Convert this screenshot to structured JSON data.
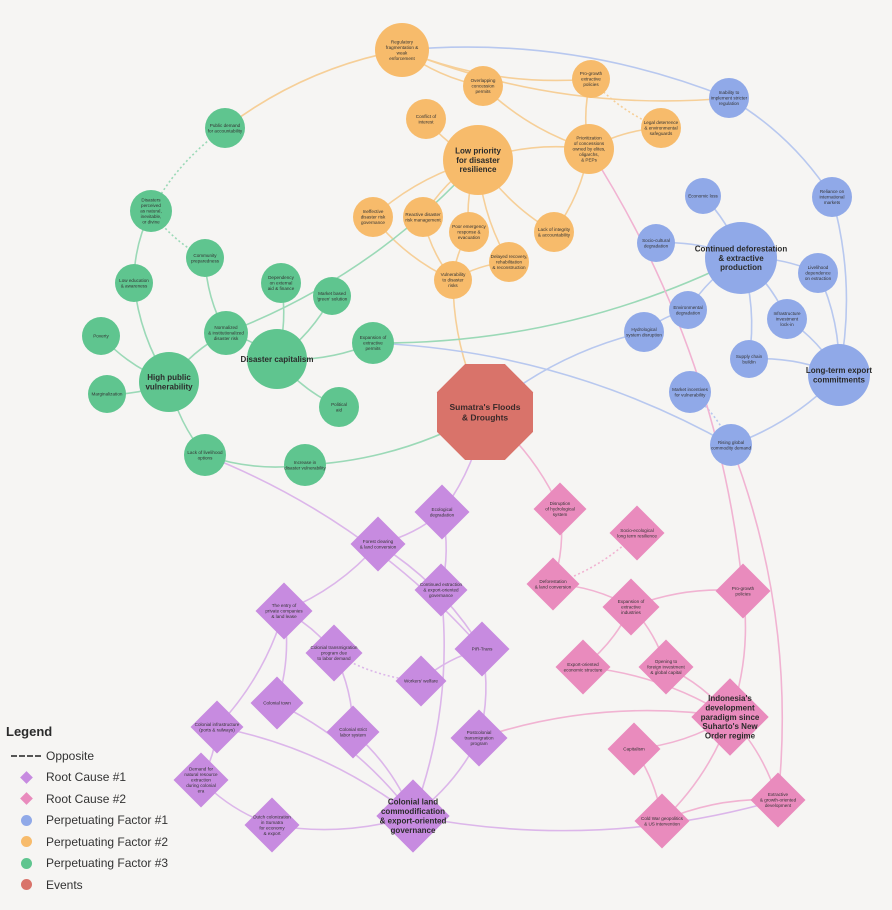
{
  "diagram": {
    "event": {
      "label": "Sumatra's Floods\n& Droughts",
      "color": "#d9736a"
    },
    "nodes": [
      {
        "id": "reg",
        "label": "Regulatory\nfragmentation &\nweak\nenforcement",
        "group": "orange"
      },
      {
        "id": "overlap",
        "label": "Overlapping\nconcession\npermits",
        "group": "orange"
      },
      {
        "id": "proext",
        "label": "Pro-growth\nextractive\npolicies",
        "group": "orange"
      },
      {
        "id": "conflict",
        "label": "Conflict of\ninterest",
        "group": "orange"
      },
      {
        "id": "lowpri",
        "label": "Low priority\nfor disaster\nresilience",
        "group": "orange",
        "big": true
      },
      {
        "id": "prioritization",
        "label": "Prioritization\nof concessions\nowned by elites,\noligarchs,\n& PEPs",
        "group": "orange"
      },
      {
        "id": "legal",
        "label": "Legal deterrence\n& environmental\nsafeguards",
        "group": "orange"
      },
      {
        "id": "ineffective",
        "label": "Ineffective\ndisaster risk\ngovernance",
        "group": "orange"
      },
      {
        "id": "reactive",
        "label": "Reactive disaster\nrisk management",
        "group": "orange"
      },
      {
        "id": "poor",
        "label": "Poor emergency\nresponse &\nevacuation",
        "group": "orange"
      },
      {
        "id": "lack",
        "label": "Lack of integrity\n& accountability",
        "group": "orange"
      },
      {
        "id": "delayed",
        "label": "Delayed recovery,\nrehabilitation\n& reconstruction",
        "group": "orange"
      },
      {
        "id": "vuln",
        "label": "Vulnerability\nto disaster\nrisks",
        "group": "orange"
      },
      {
        "id": "inability",
        "label": "Inability to\nimplement stricter\nregulation",
        "group": "blue"
      },
      {
        "id": "economic",
        "label": "Economic loss",
        "group": "blue"
      },
      {
        "id": "reliance",
        "label": "Reliance on\ninternational\nmarkets",
        "group": "blue"
      },
      {
        "id": "socio",
        "label": "Socio-cultural\ndegradation",
        "group": "blue"
      },
      {
        "id": "contdef",
        "label": "Continued deforestation\n& extractive\nproduction",
        "group": "blue",
        "big": true
      },
      {
        "id": "livelihood",
        "label": "Livelihood\ndependence\non extraction",
        "group": "blue"
      },
      {
        "id": "envdeg",
        "label": "Environmental\ndegradation",
        "group": "blue"
      },
      {
        "id": "infra",
        "label": "Infrastructure\ninvestment\nlock-in",
        "group": "blue"
      },
      {
        "id": "hydro",
        "label": "Hydrological\nsystem disruption",
        "group": "blue"
      },
      {
        "id": "supply",
        "label": "Supply chain\nbuildin",
        "group": "blue"
      },
      {
        "id": "longterm",
        "label": "Long-term export\ncommitments",
        "group": "blue",
        "big": true
      },
      {
        "id": "market",
        "label": "Market incentives\nfor vulnerability",
        "group": "blue"
      },
      {
        "id": "rising",
        "label": "Rising global\ncommodity demand",
        "group": "blue"
      },
      {
        "id": "publicdem",
        "label": "Public demand\nfor accountability",
        "group": "green"
      },
      {
        "id": "disasters",
        "label": "Disasters\nperceived\nas natural,\ninevitable,\nor divine",
        "group": "green"
      },
      {
        "id": "community",
        "label": "Community\npreparedness",
        "group": "green"
      },
      {
        "id": "lowedu",
        "label": "Low education\n& awareness",
        "group": "green"
      },
      {
        "id": "dependency",
        "label": "Dependency\non external\naid & finance",
        "group": "green"
      },
      {
        "id": "marketgreen",
        "label": "Market based\n'green' solution",
        "group": "green"
      },
      {
        "id": "poverty",
        "label": "Poverty",
        "group": "green"
      },
      {
        "id": "normalized",
        "label": "Normalized\n& institutionalized\ndisaster risk",
        "group": "green"
      },
      {
        "id": "capitalism",
        "label": "Disaster capitalism",
        "group": "green",
        "big": true
      },
      {
        "id": "expansionpermits",
        "label": "Expansion of\nextractive\npermits",
        "group": "green"
      },
      {
        "id": "marginal",
        "label": "Marginalization",
        "group": "green"
      },
      {
        "id": "highpub",
        "label": "High public\nvulnerability",
        "group": "green",
        "big": true
      },
      {
        "id": "political",
        "label": "Political\naid",
        "group": "green"
      },
      {
        "id": "lacklive",
        "label": "Lack of livelihood\noptions",
        "group": "green"
      },
      {
        "id": "increase",
        "label": "Increase in\ndisaster vulnerability",
        "group": "green"
      },
      {
        "id": "ecodeg",
        "label": "Ecological\ndegradation",
        "group": "violet"
      },
      {
        "id": "forest",
        "label": "Forest clearing\n& land conversion",
        "group": "violet"
      },
      {
        "id": "entry",
        "label": "The entry of\nprivate companies\n& land lease",
        "group": "violet"
      },
      {
        "id": "contextr",
        "label": "Continued extraction\n& export-oriented\ngovernance",
        "group": "violet"
      },
      {
        "id": "coltrans",
        "label": "Colonial transmigration\nprogram due\nto labor demand",
        "group": "violet"
      },
      {
        "id": "workers",
        "label": "Workers' welfare",
        "group": "violet"
      },
      {
        "id": "pirtrans",
        "label": "PIR-Trans",
        "group": "violet"
      },
      {
        "id": "coltown",
        "label": "Colonial town",
        "group": "violet"
      },
      {
        "id": "colinfra",
        "label": "Colonial infrastructure\n(ports & railways)",
        "group": "violet"
      },
      {
        "id": "colstrict",
        "label": "Colonial strict\nlabor system",
        "group": "violet"
      },
      {
        "id": "postcol",
        "label": "Postcolonial\ntransmigration\nprogram",
        "group": "violet"
      },
      {
        "id": "demand",
        "label": "Demand for\nnatural resource\nextraction\nduring colonial\nera",
        "group": "violet"
      },
      {
        "id": "dutch",
        "label": "Dutch colonization\nin Sumatra\nfor economy\n& export",
        "group": "violet"
      },
      {
        "id": "colland",
        "label": "Colonial land\ncommodification\n& export-oriented\ngovernance",
        "group": "violet",
        "big": true
      },
      {
        "id": "disrupt",
        "label": "Disruption\nof hydrological\nsystem",
        "group": "pink"
      },
      {
        "id": "socioeco",
        "label": "Socio-ecological\nlong term resilience",
        "group": "pink"
      },
      {
        "id": "deforest",
        "label": "Deforestation\n& land conversion",
        "group": "pink"
      },
      {
        "id": "expind",
        "label": "Expansion of\nextractive\nindustries",
        "group": "pink"
      },
      {
        "id": "progrowth",
        "label": "Pro-growth\npolicies",
        "group": "pink"
      },
      {
        "id": "exportecon",
        "label": "Export-oriented\neconomic structure",
        "group": "pink"
      },
      {
        "id": "opening",
        "label": "Opening to\nforeign investment\n& global capital",
        "group": "pink"
      },
      {
        "id": "paradigm",
        "label": "Indonesia's\ndevelopment\nparadigm since\nSuharto's New\nOrder regime",
        "group": "pink",
        "big": true
      },
      {
        "id": "capitalism2",
        "label": "Capitalism",
        "group": "pink"
      },
      {
        "id": "coldwar",
        "label": "Cold War geopolitics\n& US intervention",
        "group": "pink"
      },
      {
        "id": "extractive",
        "label": "Extractive\n& growth-oriented\ndevelopment",
        "group": "pink"
      }
    ]
  },
  "legend": {
    "title": "Legend",
    "items": [
      {
        "label": "Opposite",
        "symbol": "dash",
        "color": "#555555"
      },
      {
        "label": "Root Cause #1",
        "symbol": "diamond",
        "color": "#c78be0"
      },
      {
        "label": "Root Cause #2",
        "symbol": "diamond",
        "color": "#e98bbd"
      },
      {
        "label": "Perpetuating Factor #1",
        "symbol": "circle",
        "color": "#90a9e8"
      },
      {
        "label": "Perpetuating Factor #2",
        "symbol": "circle",
        "color": "#f7bb6b"
      },
      {
        "label": "Perpetuating Factor #3",
        "symbol": "circle",
        "color": "#5fc58f"
      },
      {
        "label": "Events",
        "symbol": "circle",
        "color": "#d9736a"
      }
    ]
  },
  "colors": {
    "orange": "#f7bb6b",
    "blue": "#90a9e8",
    "green": "#5fc58f",
    "violet": "#c78be0",
    "pink": "#e98bbd",
    "event": "#d9736a"
  }
}
